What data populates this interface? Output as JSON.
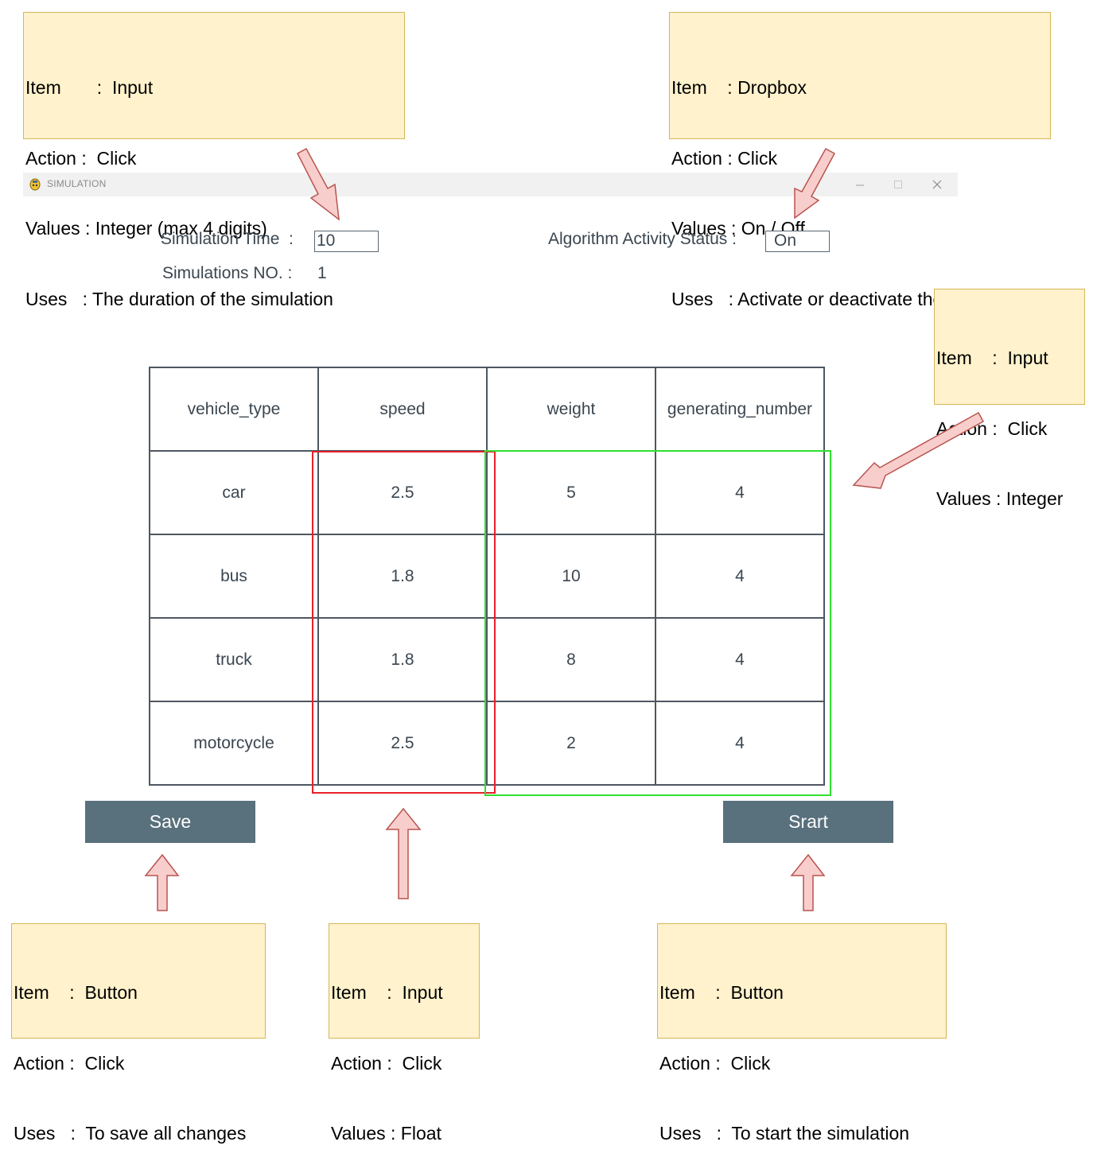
{
  "window": {
    "title": "SIMULATION"
  },
  "form": {
    "simulation_time_label": "Simulation Time  :",
    "simulation_time_value": "10",
    "simulations_no_label": "Simulations NO. :",
    "simulations_no_value": "1",
    "algorithm_status_label": "Algorithm Activity Status :",
    "algorithm_status_value": "On"
  },
  "table": {
    "headers": [
      "vehicle_type",
      "speed",
      "weight",
      "generating_number"
    ],
    "rows": [
      [
        "car",
        "2.5",
        "5",
        "4"
      ],
      [
        "bus",
        "1.8",
        "10",
        "4"
      ],
      [
        "truck",
        "1.8",
        "8",
        "4"
      ],
      [
        "motorcycle",
        "2.5",
        "2",
        "4"
      ]
    ]
  },
  "buttons": {
    "save_label": "Save",
    "start_label": "Srart"
  },
  "annotations": [
    {
      "lines": [
        [
          "Item",
          "  :  Input"
        ],
        [
          "Action :",
          "  Click"
        ],
        [
          "Values :",
          " Integer (max 4 digits)"
        ],
        [
          "Uses",
          "   : The duration of the simulation"
        ]
      ]
    },
    {
      "lines": [
        [
          "Item",
          "    : Dropbox"
        ],
        [
          "Action :",
          " Click"
        ],
        [
          "Values :",
          " On / Off"
        ],
        [
          "Uses",
          "   : Activate or deactivate the algorithm"
        ]
      ]
    },
    {
      "lines": [
        [
          "Item",
          "    :  Input"
        ],
        [
          "Action :",
          "  Click"
        ],
        [
          "Values :",
          " Integer"
        ]
      ]
    },
    {
      "lines": [
        [
          "Item",
          "    :  Button"
        ],
        [
          "Action :",
          "  Click"
        ],
        [
          "Uses",
          "   :  To save all changes"
        ]
      ]
    },
    {
      "lines": [
        [
          "Item",
          "    :  Input"
        ],
        [
          "Action :",
          "  Click"
        ],
        [
          "Values :",
          " Float"
        ]
      ]
    },
    {
      "lines": [
        [
          "Item",
          "    :  Button"
        ],
        [
          "Action :",
          "  Click"
        ],
        [
          "Uses",
          "   :  To start the simulation"
        ]
      ]
    }
  ],
  "colors": {
    "note_fill": "#fff2cc",
    "note_border": "#d6b656",
    "arrow_fill": "#f8cecc",
    "arrow_stroke": "#b85450",
    "button_fill": "#59707d",
    "highlight_speed": "#e8202a",
    "highlight_integer": "#2fe02f"
  }
}
